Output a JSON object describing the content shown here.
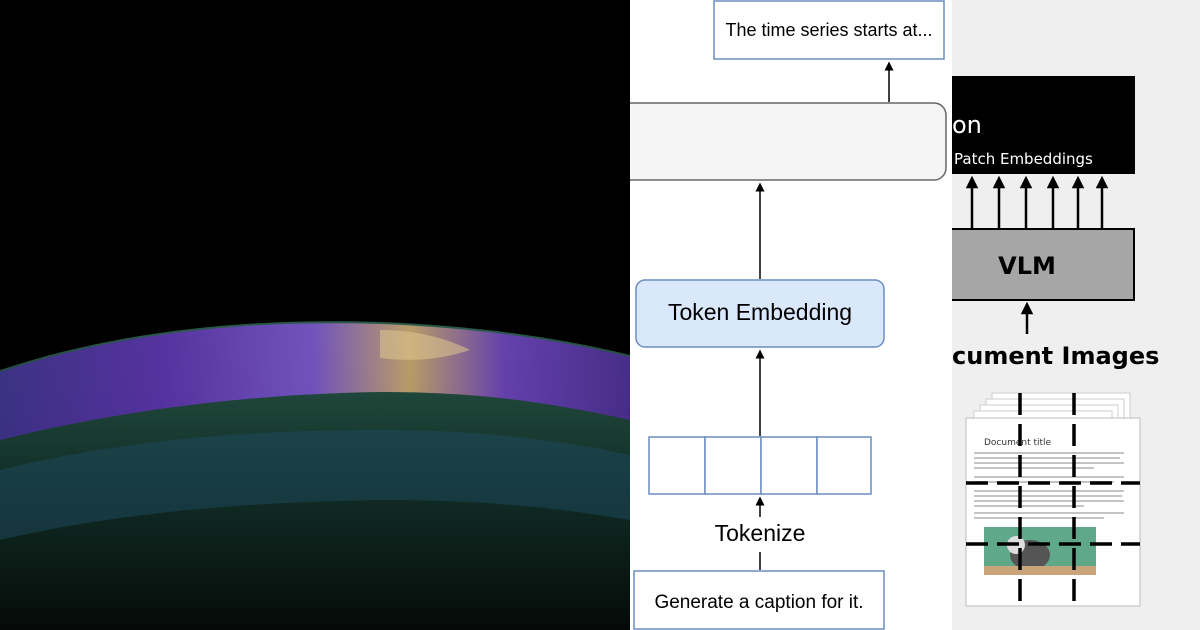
{
  "middle": {
    "output_text": "The time series starts at...",
    "embedding_label": "Token Embedding",
    "tokenize_label": "Tokenize",
    "input_text": "Generate a caption for it."
  },
  "right": {
    "header_partial": "on",
    "patch_label": "Patch Embeddings",
    "vlm_label": "VLM",
    "doc_images_label": "cument Images",
    "doc_title": "Document title"
  },
  "colors": {
    "embedding_fill": "#dae8fc",
    "embedding_stroke": "#6c8ebf",
    "vlm_fill": "#a6a6a6",
    "header_fill": "#000000",
    "right_bg": "#efefef"
  }
}
